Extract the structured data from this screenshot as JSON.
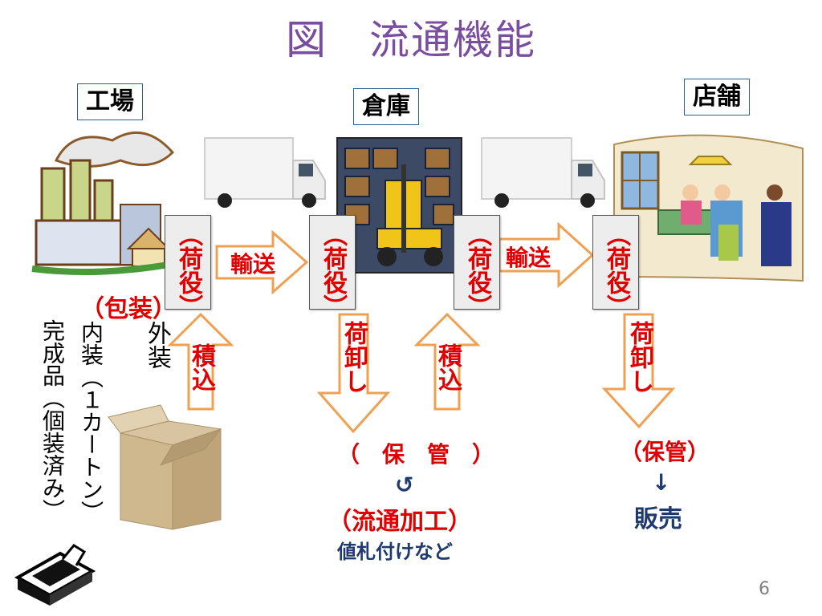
{
  "title": "図　流通機能",
  "places": {
    "factory": "工場",
    "warehouse": "倉庫",
    "store": "店舗"
  },
  "handling": "（荷役）",
  "transport": "輸送",
  "loading": "積込",
  "unloading": "荷卸し",
  "packaging": {
    "heading": "（包装）",
    "outer": "外装",
    "inner": "内装（１カートン）",
    "unit": "完成品（個装済み）"
  },
  "warehouse_note": {
    "storage": "（　保　管　）",
    "cycle_icon": "↺",
    "processing": "（流通加工）",
    "example": "値札付けなど"
  },
  "store_note": {
    "storage": "（保管）",
    "down_icon": "↓",
    "sale": "販売"
  },
  "page_number": "6",
  "colors": {
    "title": "#7a4e9e",
    "accent_red": "#e00000",
    "arrow_stroke": "#f0a050",
    "navy": "#1f3b6e"
  }
}
